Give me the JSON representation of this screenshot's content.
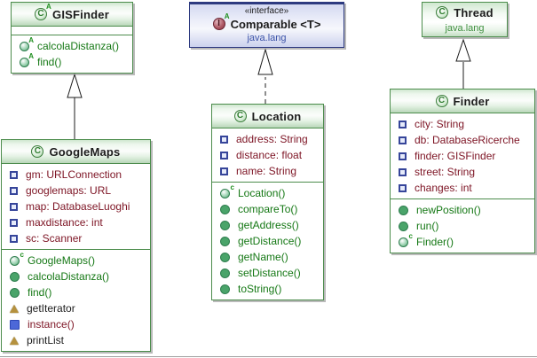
{
  "icons": {
    "class_letter": "C",
    "interface_letter": "I",
    "abstract_marker": "A",
    "constructor_marker": "c",
    "field_icon": "blue-square",
    "method_icon": "green-circle",
    "default_visibility_icon": "tan-triangle",
    "static_method_icon": "blue-filled-square"
  },
  "colors": {
    "class_border": "#4c8c4c",
    "interface_border": "#2d3a80",
    "field_text": "#7d1424",
    "method_text": "#157815",
    "package_text_green": "#3f8f3f",
    "package_text_blue": "#3b52a8",
    "header_gradient_green": "#cfe7cf",
    "header_gradient_blue": "#d4d9f1"
  },
  "classes": {
    "gisfinder": {
      "name": "GISFinder",
      "kind": "abstract class",
      "fields": [],
      "methods": [
        "calcolaDistanza()",
        "find()"
      ]
    },
    "comparable": {
      "stereotype": "«interface»",
      "name": "Comparable <T>",
      "kind": "interface",
      "package": "java.lang"
    },
    "thread": {
      "name": "Thread",
      "kind": "class",
      "package": "java.lang"
    },
    "googlemaps": {
      "name": "GoogleMaps",
      "kind": "class",
      "fields": [
        "gm: URLConnection",
        "googlemaps: URL",
        "map: DatabaseLuoghi",
        "maxdistance: int",
        "sc: Scanner"
      ],
      "methods": [
        "GoogleMaps()",
        "calcolaDistanza()",
        "find()",
        "getIterator",
        "instance()",
        "printList"
      ]
    },
    "location": {
      "name": "Location",
      "kind": "class",
      "fields": [
        "address: String",
        "distance: float",
        "name: String"
      ],
      "methods": [
        "Location()",
        "compareTo()",
        "getAddress()",
        "getDistance()",
        "getName()",
        "setDistance()",
        "toString()"
      ]
    },
    "finder": {
      "name": "Finder",
      "kind": "class",
      "fields": [
        "city: String",
        "db: DatabaseRicerche",
        "finder: GISFinder",
        "street: String",
        "changes: int"
      ],
      "methods": [
        "newPosition()",
        "run()",
        "Finder()"
      ]
    }
  },
  "relations": [
    {
      "from": "GoogleMaps",
      "to": "GISFinder",
      "type": "generalization",
      "line": "solid"
    },
    {
      "from": "Location",
      "to": "Comparable",
      "type": "realization",
      "line": "dashed"
    },
    {
      "from": "Finder",
      "to": "Thread",
      "type": "generalization",
      "line": "solid"
    }
  ]
}
